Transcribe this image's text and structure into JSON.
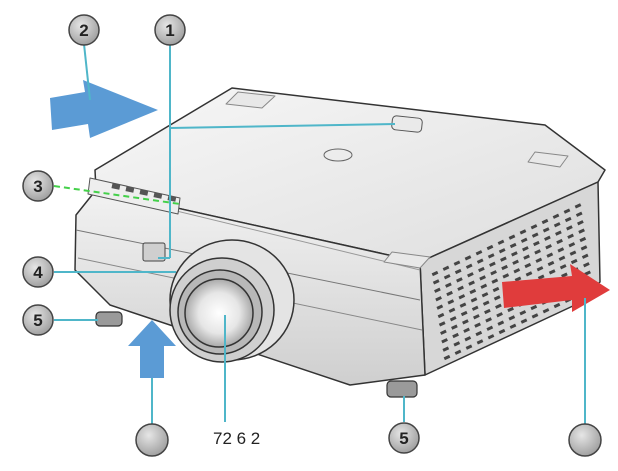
{
  "callouts": [
    {
      "id": "c1",
      "label": "1"
    },
    {
      "id": "c2",
      "label": "2"
    },
    {
      "id": "c3",
      "label": "3"
    },
    {
      "id": "c4",
      "label": "4"
    },
    {
      "id": "c5a",
      "label": "5"
    },
    {
      "id": "c5b",
      "label": "5"
    },
    {
      "id": "c6",
      "label": ""
    },
    {
      "id": "c7",
      "label": ""
    }
  ],
  "lens_label": "72 6 2",
  "colors": {
    "intake_arrow": "#5b9bd5",
    "exhaust_arrow": "#e03c3c",
    "leader_line": "#4fb6c9",
    "keypad_leader": "#44d04a",
    "callout_fill": "#bcbcbc",
    "body_light": "#f4f4f4",
    "body_mid": "#dcdcdc",
    "outline": "#333333"
  },
  "icons": [
    "projector-body",
    "lens",
    "keypad",
    "ir-receiver",
    "adjustable-foot",
    "ventilation-grille"
  ]
}
